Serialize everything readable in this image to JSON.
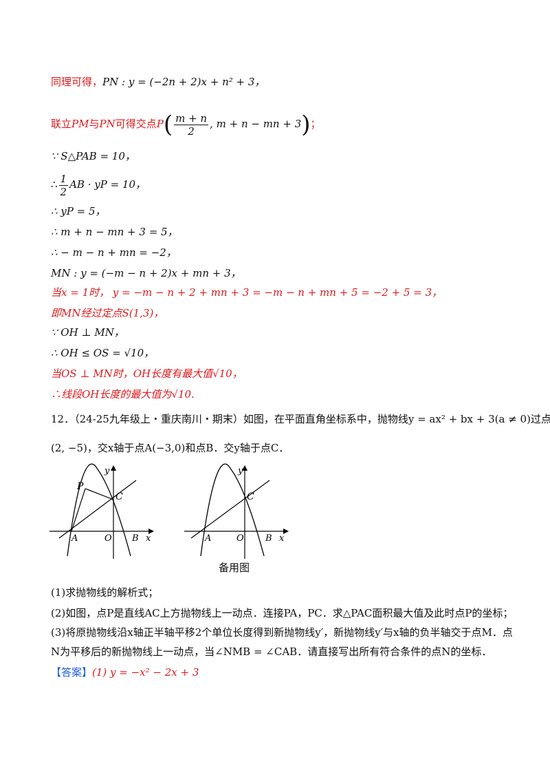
{
  "lines": {
    "l1_prefix": "同理可得，",
    "l1_expr": "PN : y = (−2n + 2)x + n² + 3，",
    "l2_prefix": "联立",
    "l2_pm": "PM",
    "l2_mid": "与",
    "l2_pn": "PN",
    "l2_text": "可得交点",
    "l2_p": "P",
    "l2_num": "m + n",
    "l2_den": "2",
    "l2_rest": ", m + n − mn + 3",
    "l2_end": "；",
    "l3": "∵ S△PAB = 10，",
    "l4_pre": "∴",
    "l4_num": "1",
    "l4_den": "2",
    "l4_post": "AB · yP = 10，",
    "l5": "∴ yP = 5，",
    "l6": "∴ m + n − mn + 3 = 5，",
    "l7": "∴ − m − n + mn = −2，",
    "l8": "MN : y = (−m − n + 2)x + mn + 3，",
    "l9": "当x = 1时，  y = −m − n + 2 + mn + 3 = −m − n + mn + 5 = −2 + 5 = 3，",
    "l10": "即MN经过定点S(1,3)，",
    "l11": "∵ OH ⊥ MN，",
    "l12": "∴ OH ≤ OS = √10，",
    "l13": "当OS ⊥ MN时，OH长度有最大值√10，",
    "l14": "∴线段OH长度的最大值为√10."
  },
  "problem": {
    "line1": "12．（24-25九年级上・重庆南川・期末）如图，在平面直角坐标系中，抛物线y = ax² + bx + 3(a ≠ 0)过点",
    "line2": "(2, −5)，交x轴于点A(−3,0)和点B．交y轴于点C．",
    "q1": "(1)求抛物线的解析式；",
    "q2": "(2)如图，点P是直线AC上方抛物线上一动点．连接PA，PC．求△PAC面积最大值及此时点P的坐标；",
    "q3a": "(3)将原抛物线沿x轴正半轴平移2个单位长度得到新抛物线y′，新抛物线y′与x轴的负半轴交于点M．点",
    "q3b": "N为平移后的新抛物线上一动点，当∠NMB = ∠CAB．请直接写出所有符合条件的点N的坐标．",
    "answer_tag": "【答案】",
    "answer_text": "(1) y = −x² − 2x + 3"
  },
  "figure": {
    "caption": "备用图",
    "label_P": "P",
    "label_C": "C",
    "label_A": "A",
    "label_O": "O",
    "label_B": "B",
    "label_x": "x",
    "label_y": "y"
  }
}
